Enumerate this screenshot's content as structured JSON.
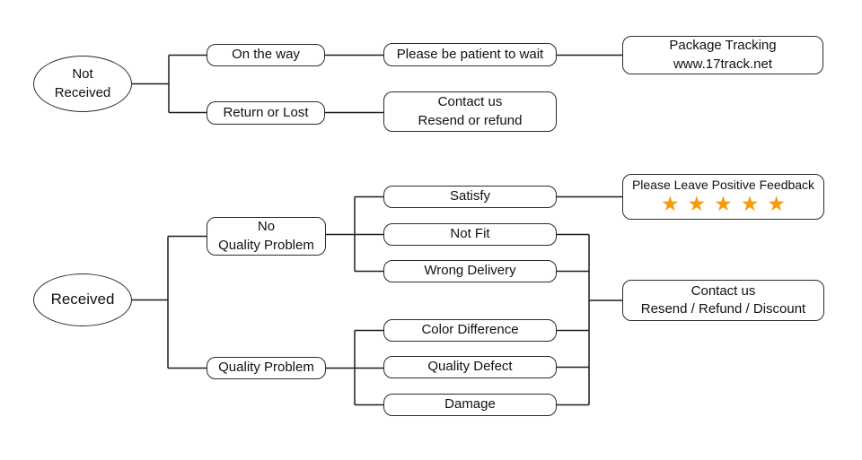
{
  "diagram": {
    "title_hint": "order-received decision flowchart",
    "colors": {
      "star": "#F59B0E",
      "line": "#1c1c1c",
      "box_border": "#2b2b2b",
      "background": "#ffffff"
    },
    "nodes": {
      "not_received": "Not\nReceived",
      "on_the_way": "On the way",
      "please_be_patient": "Please be patient to wait",
      "package_tracking": "Package Tracking\nwww.17track.net",
      "return_or_lost": "Return or Lost",
      "contact_resend_refund": "Contact us\nResend or refund",
      "received": "Received",
      "no_quality_problem": "No\nQuality Problem",
      "quality_problem": "Quality Problem",
      "satisfy": "Satisfy",
      "not_fit": "Not Fit",
      "wrong_delivery": "Wrong Delivery",
      "color_difference": "Color Difference",
      "quality_defect": "Quality Defect",
      "damage": "Damage",
      "positive_feedback": "Please Leave Positive Feedback",
      "feedback_stars": "★★★★★",
      "contact_resend_refund_discount": "Contact us\nResend / Refund / Discount"
    }
  }
}
